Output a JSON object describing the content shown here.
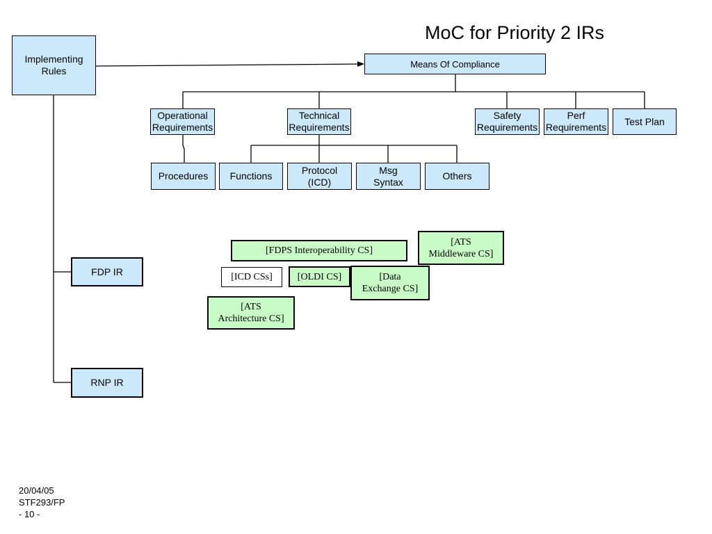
{
  "title": "MoC for Priority 2 IRs",
  "boxes": {
    "implementing_rules": "Implementing\nRules",
    "means_of_compliance": "Means Of Compliance",
    "operational_requirements": "Operational\nRequirements",
    "technical_requirements": "Technical\nRequirements",
    "safety_requirements": "Safety\nRequirements",
    "perf_requirements": "Perf\nRequirements",
    "test_plan": "Test Plan",
    "procedures": "Procedures",
    "functions": "Functions",
    "protocol_icd": "Protocol\n(ICD)",
    "msg_syntax": "Msg\nSyntax",
    "others": "Others",
    "fdp_ir": "FDP IR",
    "rnp_ir": "RNP IR",
    "fdps_interoperability_cs": "[FDPS Interoperability CS]",
    "ats_middleware_cs": "[ATS\nMiddleware CS]",
    "icd_css": "[ICD CSs]",
    "oldi_cs": "[OLDI CS]",
    "data_exchange_cs": "[Data\nExchange CS]",
    "ats_architecture_cs": "[ATS\nArchitecture CS]"
  },
  "footer": {
    "date": "20/04/05",
    "ref": "STF293/FP",
    "page": "- 10 -"
  }
}
